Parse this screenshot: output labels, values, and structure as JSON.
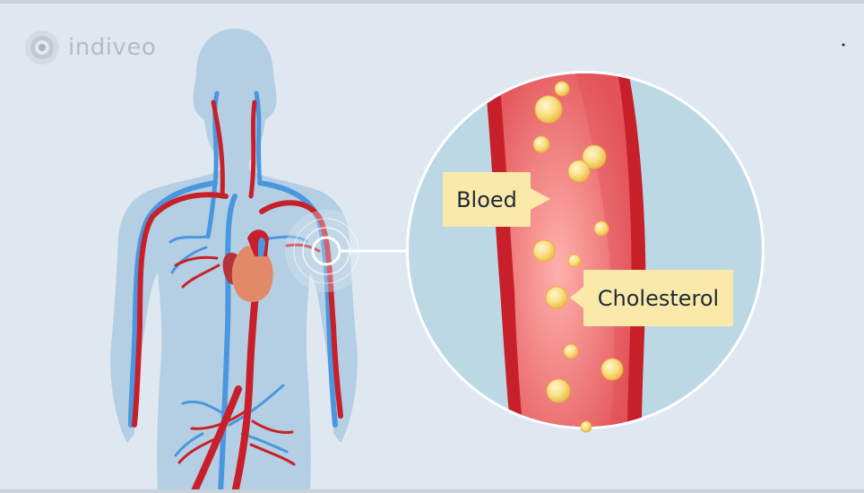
{
  "brand": {
    "name": "indiveo"
  },
  "labels": {
    "blood": "Bloed",
    "cholesterol": "Cholesterol"
  },
  "colors": {
    "background": "#dfe8f1",
    "body_silhouette": "#b3cfe2",
    "artery": "#c8202a",
    "vein": "#4a97e0",
    "heart": "#e0896a",
    "vessel_interior": "#f28a8a",
    "cholesterol_particle": "#f8d979",
    "label_bg": "#fbe9aa"
  },
  "icons": [
    "indiveo-logo-icon"
  ]
}
